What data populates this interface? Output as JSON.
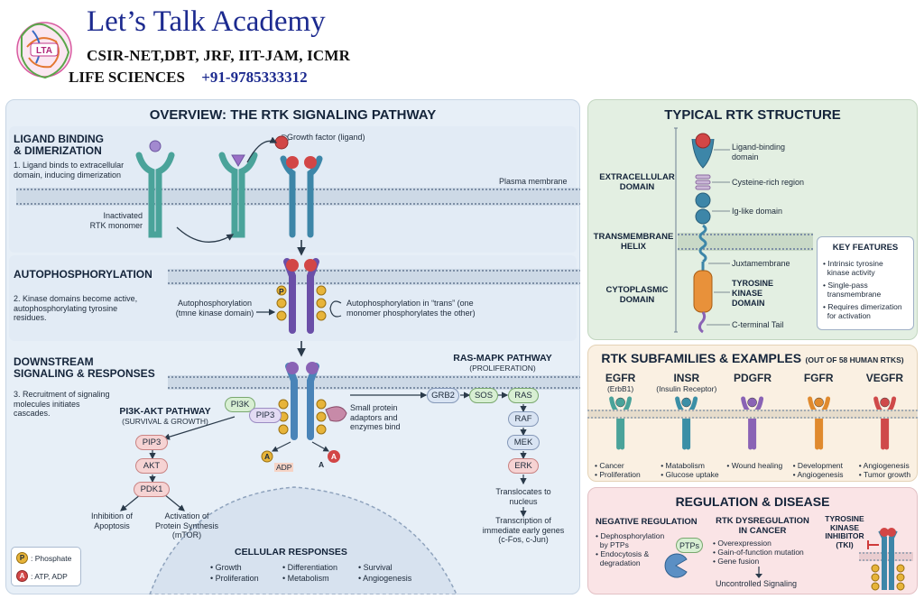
{
  "header": {
    "academy": "Let’s Talk Academy",
    "exams": "CSIR-NET,DBT, JRF, IIT-JAM, ICMR",
    "subject": "LIFE SCIENCES",
    "phone": "+91-9785333312",
    "logo_text": "LTA"
  },
  "overview": {
    "title": "OVERVIEW: THE RTK SIGNALING PATHWAY",
    "ligand_title": "LIGAND BINDING\n& DIMERIZATION",
    "ligand_step": "1. Ligand binds to extracellular\ndomain, inducing dimerization",
    "growth_factor": "Growth factor (ligand)",
    "plasma_membrane": "Plasma membrane",
    "inactivated": "Inactivated\nRTK monomer",
    "auto_title": "AUTOPHOSPHORYLATION",
    "auto_step": "2. Kinase domains become active,\nautophosphorylating tyrosine\nresidues.",
    "auto_left": "Autophosphorylation\n(tmne kinase domain)",
    "auto_right": "Autophosphorylation in “trans” (one\nmonomer phosphorylates the other)",
    "down_title": "DOWNSTREAM\nSIGNALING & RESPONSES",
    "down_step": "3. Recruitment of signaling\nmolecules initiates\ncascades.",
    "pi3k_title": "PI3K-AKT PATHWAY",
    "pi3k_sub": "(SURVIVAL & GROWTH)",
    "pi3k": "PI3K",
    "pip3": "PIP3",
    "pip3b": "PIP3",
    "akt": "AKT",
    "pdk1": "PDK1",
    "inhibition": "Inhibition of\nApoptosis",
    "activation": "Activation of\nProtein Synthesis\n(mTOR)",
    "small_protein": "Small protein\nadaptors and\nenzymes bind",
    "atp": "A",
    "adp": "ADP",
    "ras_title": "RAS-MAPK PATHWAY",
    "ras_sub": "(PROLIFERATION)",
    "grb2": "GRB2",
    "sos": "SOS",
    "ras": "RAS",
    "raf": "RAF",
    "mek": "MEK",
    "erk": "ERK",
    "translocates": "Translocates to\nnucleus",
    "transcription": "Transcription of\nimmediate early genes\n(c-Fos, c-Jun)",
    "legend_p": "P",
    "legend_phosphate": ": Phosphate",
    "legend_a": "A",
    "legend_atp": ": ATP, ADP",
    "cell_title": "CELLULAR RESPONSES",
    "responses": [
      "• Growth",
      "• Proliferation",
      "• Differentiation",
      "• Metabolism",
      "• Survival",
      "• Angiogenesis"
    ]
  },
  "structure": {
    "title": "TYPICAL RTK STRUCTURE",
    "extracellular": "EXTRACELLULAR\nDOMAIN",
    "transmembrane": "TRANSMEMBRANE\nHELIX",
    "cytoplasmic": "CYTOPLASMIC\nDOMAIN",
    "ligand_site": "Ligand-binding\ndomain",
    "cysteine": "Cysteine-rich region",
    "ig": "Ig-like domain",
    "juxta": "Juxtamembrane",
    "tk": "TYROSINE\nKINASE\nDOMAIN",
    "cterm": "C-terminal Tail",
    "features_title": "KEY FEATURES",
    "features": [
      "• Intrinsic tyrosine\n  kinase activity",
      "• Single-pass\n  transmembrane",
      "• Requires dimerization\n  for activation"
    ]
  },
  "subfamilies": {
    "title": "RTK SUBFAMILIES & EXAMPLES",
    "title_note": "(OUT OF 58 HUMAN RTKS)",
    "items": [
      {
        "name": "EGFR",
        "sub": "(ErbB1)",
        "uses": "• Cancer\n• Proliferation",
        "color": "#4aa39a"
      },
      {
        "name": "INSR",
        "sub": "(Insulin Receptor)",
        "uses": "• Matabolism\n• Glucose uptake",
        "color": "#3b8fa6"
      },
      {
        "name": "PDGFR",
        "sub": "",
        "uses": "• Wound healing",
        "color": "#8a63b5"
      },
      {
        "name": "FGFR",
        "sub": "",
        "uses": "• Development\n• Angiogenesis",
        "color": "#e08a2e"
      },
      {
        "name": "VEGFR",
        "sub": "",
        "uses": "• Angiogenesis\n• Tumor growth",
        "color": "#cf4a4a"
      }
    ]
  },
  "regulation": {
    "title": "REGULATION & DISEASE",
    "neg_title": "NEGATIVE REGULATION",
    "neg_items": "• Dephosphorylation\n  by PTPs\n• Endocytosis &\n  degradation",
    "ptps": "PTPs",
    "dys_title": "RTK DYSREGULATION\nIN CANCER",
    "dys_items": "• Overexpression\n• Gain-of-function mutation\n• Gene fusion",
    "uncontrolled": "Uncontrolled Signaling",
    "tki": "TYROSINE\nKINASE\nINHIBITOR\n(TKI)"
  }
}
